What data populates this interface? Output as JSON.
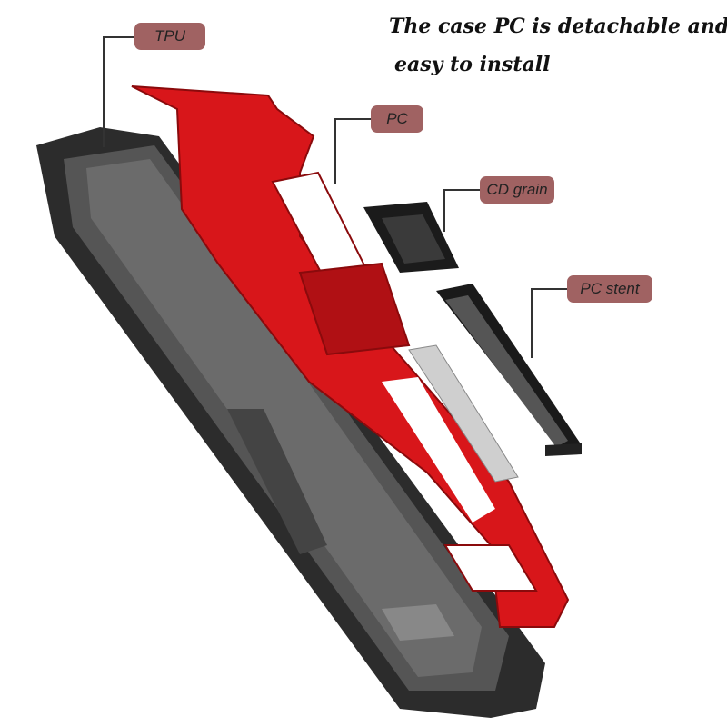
{
  "headline": {
    "line1": "The case PC is detachable and",
    "line2": "easy to install"
  },
  "labels": {
    "tpu": "TPU",
    "pc": "PC",
    "cd_grain": "CD grain",
    "pc_stent": "PC stent"
  },
  "colors": {
    "label_bg": "#a06262",
    "pc_red": "#d8161a",
    "tpu_black": "#2a2a2a"
  }
}
